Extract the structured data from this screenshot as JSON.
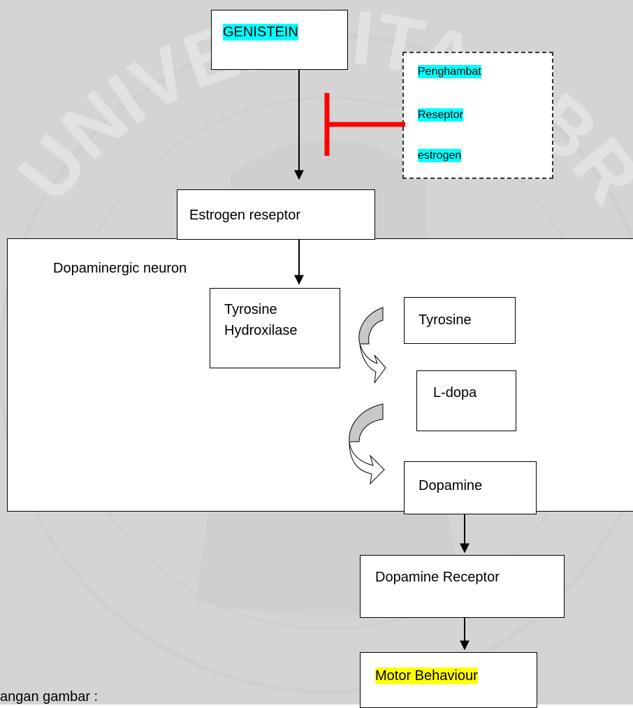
{
  "watermark": {
    "text": "UNIVERSITAS BRAWIJAYA",
    "color": "#d9d9d9"
  },
  "nodes": {
    "genistein": "GENISTEIN",
    "inhibitor": {
      "line1": "Penghambat",
      "line2": "Reseptor",
      "line3": "estrogen"
    },
    "estrogen_receptor": "Estrogen reseptor",
    "neuron_title": "Dopaminergic neuron",
    "tyrosine_hydroxilase": {
      "line1": "Tyrosine",
      "line2": "Hydroxilase"
    },
    "tyrosine": "Tyrosine",
    "ldopa": "L-dopa",
    "dopamine": "Dopamine",
    "dopamine_receptor": "Dopamine Receptor",
    "motor_behaviour": "Motor Behaviour"
  },
  "caption": "angan gambar :",
  "colors": {
    "highlight_cyan": "#00ffff",
    "highlight_yellow": "#ffff00",
    "inhibition": "#ff0000",
    "curved_arrow_fill": "#c8c8c8"
  }
}
